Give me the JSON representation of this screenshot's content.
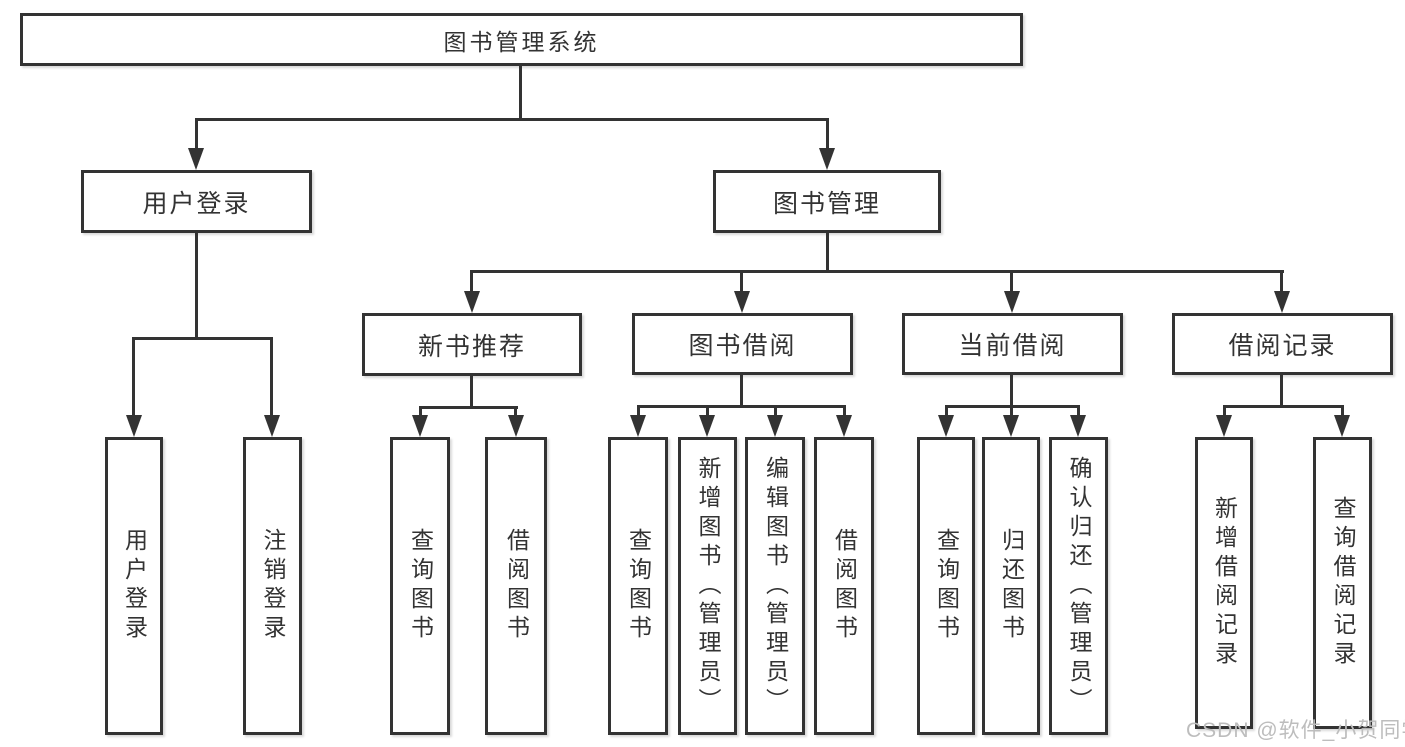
{
  "diagram": {
    "title": "图书管理系统",
    "level1": {
      "user_login": "用户登录",
      "book_management": "图书管理"
    },
    "level2": {
      "new_book_recommend": "新书推荐",
      "book_borrow": "图书借阅",
      "current_borrow": "当前借阅",
      "borrow_records": "借阅记录"
    },
    "leaves": {
      "user_login": [
        "用户登录",
        "注销登录"
      ],
      "new_book_recommend": [
        "查询图书",
        "借阅图书"
      ],
      "book_borrow": [
        "查询图书",
        "新增图书（管理员）",
        "编辑图书（管理员）",
        "借阅图书"
      ],
      "current_borrow": [
        "查询图书",
        "归还图书",
        "确认归还（管理员）"
      ],
      "borrow_records": [
        "新增借阅记录",
        "查询借阅记录"
      ]
    }
  },
  "watermark": "CSDN @软件_小贺同学",
  "colors": {
    "line": "#333333",
    "text": "#333333",
    "watermark": "#bdbdbd",
    "background": "#ffffff"
  }
}
